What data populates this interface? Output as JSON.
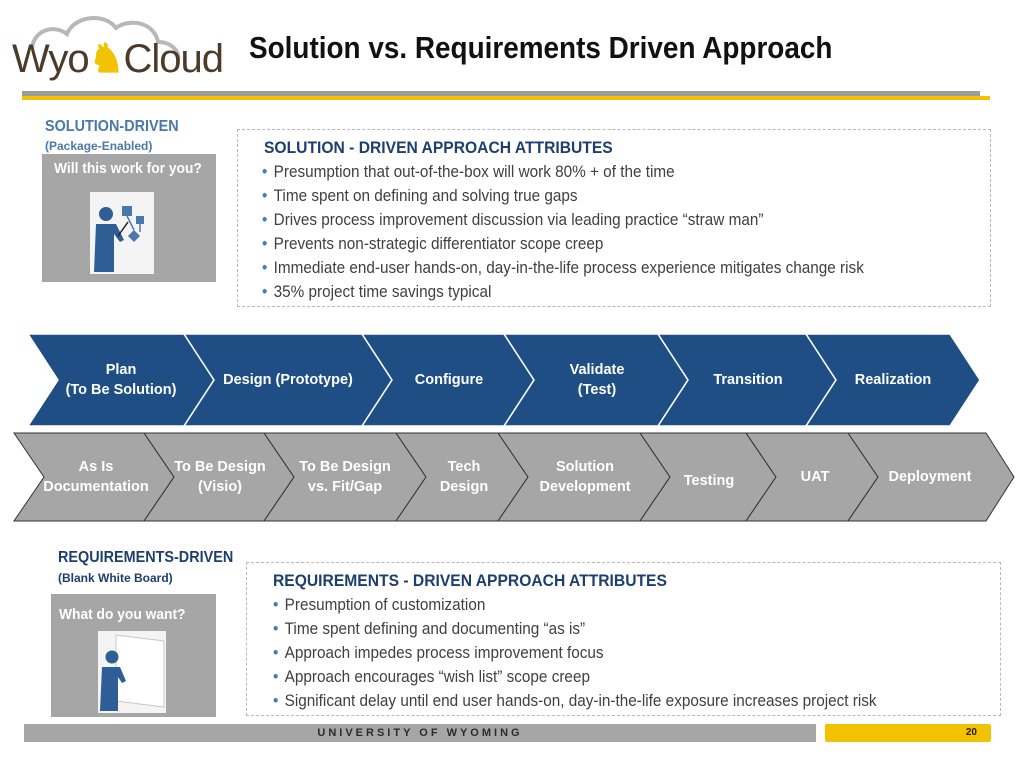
{
  "header": {
    "logo_text_1": "Wyo",
    "logo_text_2": "Cloud",
    "title": "Solution vs. Requirements Driven Approach"
  },
  "solution": {
    "side_title": "SOLUTION-DRIVEN",
    "side_subtitle": "(Package-Enabled)",
    "question": "Will this work for you?",
    "attributes_heading": "SOLUTION - DRIVEN APPROACH ATTRIBUTES",
    "attributes": [
      "Presumption that out-of-the-box will work 80% + of the time",
      "Time spent on defining and solving true gaps",
      "Drives process improvement discussion via leading practice “straw man”",
      "Prevents non-strategic differentiator scope creep",
      "Immediate end-user hands-on, day-in-the-life process experience mitigates change risk",
      "35% project time savings typical"
    ]
  },
  "solution_steps": [
    {
      "line1": "Plan",
      "line2": "(To Be Solution)"
    },
    {
      "line1": "Design (Prototype)",
      "line2": ""
    },
    {
      "line1": "Configure",
      "line2": ""
    },
    {
      "line1": "Validate",
      "line2": "(Test)"
    },
    {
      "line1": "Transition",
      "line2": ""
    },
    {
      "line1": "Realization",
      "line2": ""
    }
  ],
  "requirements_steps": [
    {
      "line1": "As Is",
      "line2": "Documentation"
    },
    {
      "line1": "To Be Design",
      "line2": "(Visio)"
    },
    {
      "line1": "To Be Design",
      "line2": "vs. Fit/Gap"
    },
    {
      "line1": "Tech",
      "line2": "Design"
    },
    {
      "line1": "Solution",
      "line2": "Development"
    },
    {
      "line1": "Testing",
      "line2": ""
    },
    {
      "line1": "UAT",
      "line2": ""
    },
    {
      "line1": "Deployment",
      "line2": ""
    }
  ],
  "requirements": {
    "side_title": "REQUIREMENTS-DRIVEN",
    "side_subtitle": "(Blank White Board)",
    "question": "What do you want?",
    "attributes_heading": "REQUIREMENTS - DRIVEN APPROACH ATTRIBUTES",
    "attributes": [
      "Presumption of customization",
      "Time spent defining and documenting “as is”",
      "Approach impedes process improvement focus",
      "Approach encourages “wish list” scope creep",
      "Significant delay until end user hands-on, day-in-the-life exposure increases project risk"
    ]
  },
  "footer": {
    "institution": "UNIVERSITY OF WYOMING",
    "page_number": "20"
  },
  "colors": {
    "top_chevron": "#1f4e85",
    "bottom_chevron": "#a6a6a6",
    "gold": "#f2c200",
    "heading_blue": "#1e3f6e"
  }
}
